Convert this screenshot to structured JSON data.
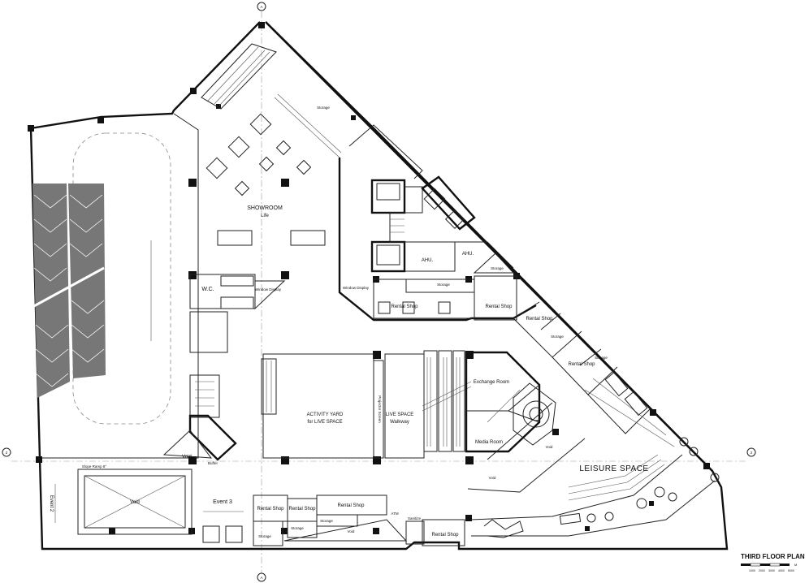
{
  "title": "THIRD FLOOR PLAN",
  "scale_ticks": [
    "1000",
    "2000",
    "3000",
    "4000",
    "5000",
    "M"
  ],
  "rooms": {
    "showroom": "SHOWROOM",
    "showroom_sub": "Life",
    "wc": "W.C.",
    "window_display_1": "Window Display",
    "window_display_2": "Window Display",
    "storage_top": "Storage",
    "ahu_1": "AHU.",
    "ahu_2": "AHU.",
    "storage_mid": "Storage",
    "storage_right": "Storage",
    "rental_shop_1": "Rental Shop",
    "rental_shop_2": "Rental Shop",
    "rental_shop_3": "Rental Shop",
    "storage_r2": "Storage",
    "rental_shop_4": "Rental Shop",
    "storage_r3": "Storage",
    "activity_yard_1": "ACTIVITY YARD",
    "activity_yard_2": "for LIVE SPACE",
    "projector_screen": "Projector Screen",
    "live_space_1": "LIVE SPACE",
    "live_space_2": "Walkway",
    "exchange_room": "Exchange Room",
    "media_room": "Media Room",
    "void_right": "Void",
    "void_center": "Void",
    "leisure_space": "LEISURE SPACE",
    "void_left": "Void",
    "slope_ramp": "Slope Ramp 8°",
    "void_big": "Void",
    "event_3": "Event 3",
    "event_2": "Event 2",
    "rental_bottom_1": "Rental Shop",
    "rental_bottom_2": "Rental Shop",
    "rental_bottom_3": "Rental Shop",
    "storage_b1": "Storage",
    "storage_b2": "Storage",
    "storage_b3": "Storage",
    "void_bottom": "Void",
    "atm": "ATM",
    "sanitize": "Sanitize",
    "rental_bottom_4": "Rental Shop",
    "void_small": "Void",
    "buffer": "Buffer"
  },
  "grid_markers": {
    "top": "A",
    "left": "2",
    "right": "2",
    "bottom": "A"
  }
}
